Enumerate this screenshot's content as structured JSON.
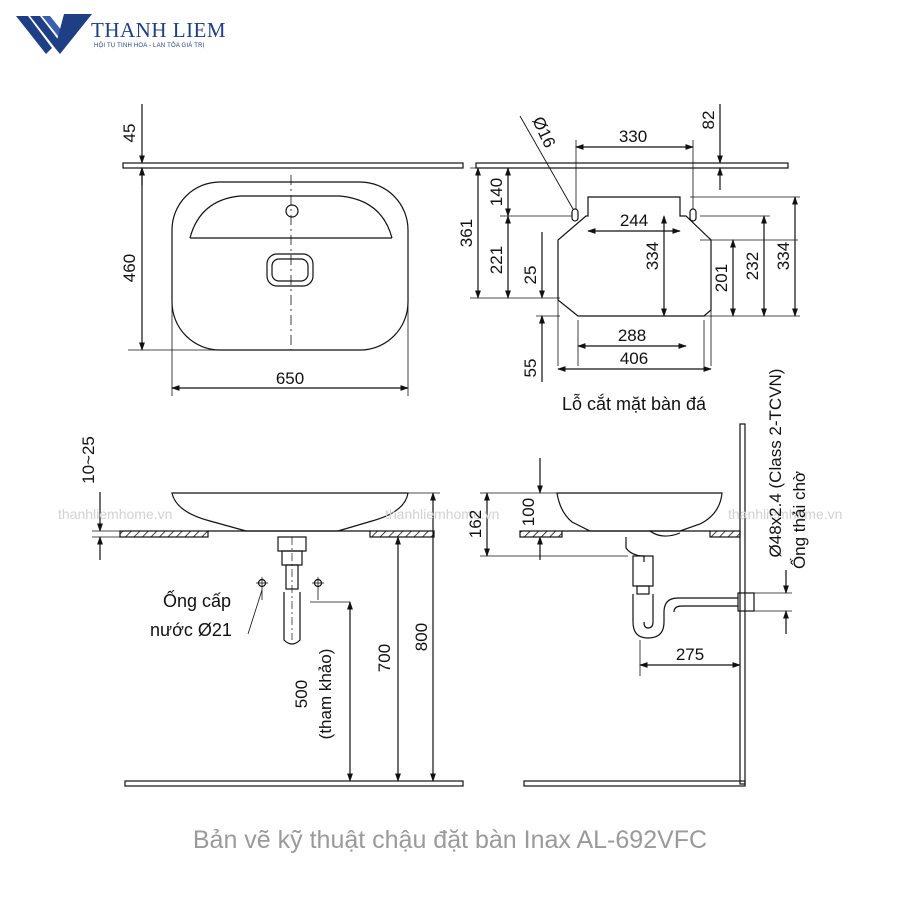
{
  "brand": {
    "name": "THANH LIEM",
    "tagline": "HỘI TỤ TINH HOA - LAN TỎA GIÁ TRỊ",
    "color": "#1f3f85"
  },
  "watermark": "thanhliemhome.vn",
  "top_view": {
    "dim_45": "45",
    "dim_460": "460",
    "dim_650": "650"
  },
  "cutout": {
    "hole_dia": "Ø16",
    "dim_330": "330",
    "dim_82": "82",
    "dim_140": "140",
    "dim_361": "361",
    "dim_221": "221",
    "dim_25": "25",
    "dim_244": "244",
    "dim_334_inner": "334",
    "dim_201": "201",
    "dim_232": "232",
    "dim_334_outer": "334",
    "dim_288": "288",
    "dim_406": "406",
    "dim_55": "55",
    "label": "Lỗ cắt mặt bàn đá"
  },
  "front_view": {
    "dim_10_25": "10~25",
    "supply_label_1": "Ống cấp",
    "supply_label_2": "nước Ø21",
    "dim_500": "500",
    "dim_500_note": "(tham khảo)",
    "dim_700": "700",
    "dim_800": "800"
  },
  "side_view": {
    "dim_100": "100",
    "dim_162": "162",
    "dim_275": "275",
    "drain_label_1": "Ø48x2.4 (Class 2-TCVN)",
    "drain_label_2": "Ống thải chờ"
  },
  "caption": "Bản vẽ kỹ thuật chậu đặt bàn Inax AL-692VFC"
}
